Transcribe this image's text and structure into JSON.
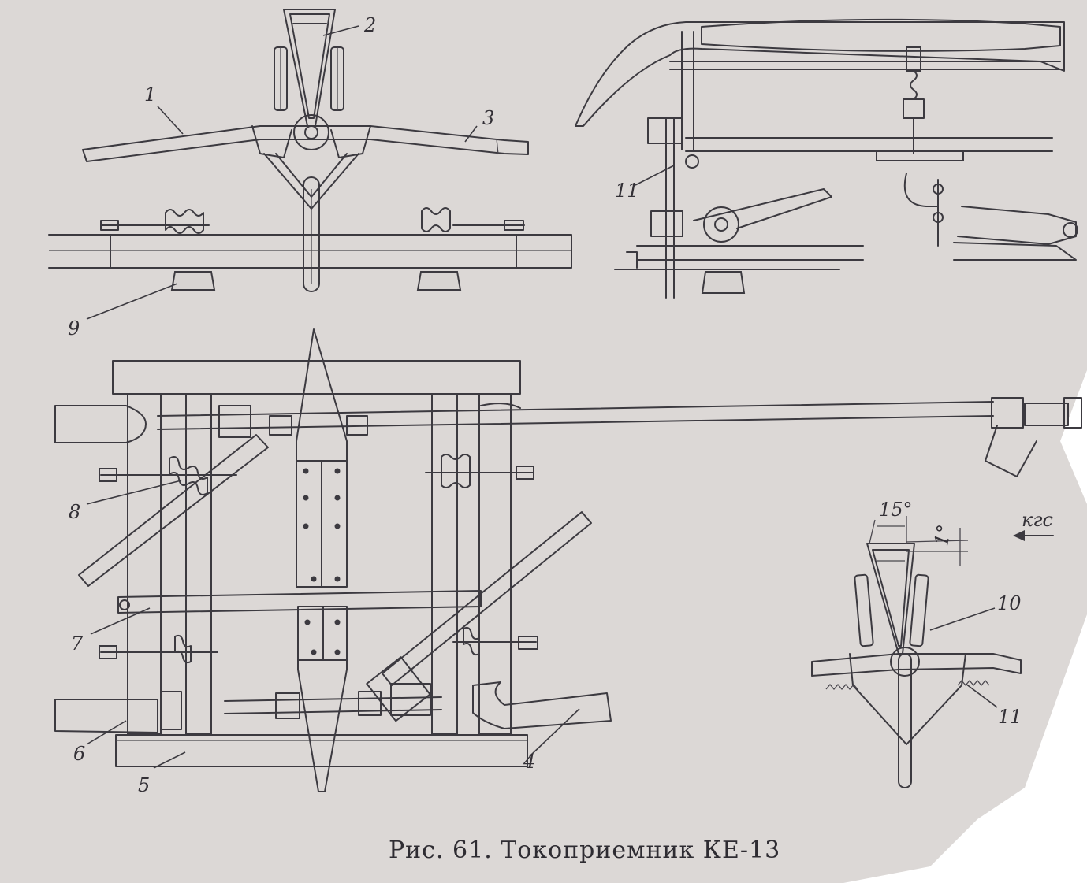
{
  "caption": "Рис. 61. Токоприемник КЕ-13",
  "colors": {
    "paper": "#dcd8d6",
    "ink": "#3c3a40"
  },
  "callouts": [
    {
      "id": "1",
      "text": "1"
    },
    {
      "id": "2",
      "text": "2"
    },
    {
      "id": "3",
      "text": "3"
    },
    {
      "id": "4",
      "text": "4"
    },
    {
      "id": "5",
      "text": "5"
    },
    {
      "id": "6",
      "text": "6"
    },
    {
      "id": "7",
      "text": "7"
    },
    {
      "id": "8",
      "text": "8"
    },
    {
      "id": "9",
      "text": "9"
    },
    {
      "id": "10",
      "text": "10"
    },
    {
      "id": "11a",
      "text": "11"
    },
    {
      "id": "11b",
      "text": "11"
    }
  ],
  "angles": {
    "tilt": "15°",
    "slope": "1°"
  },
  "force_label": "кгс"
}
